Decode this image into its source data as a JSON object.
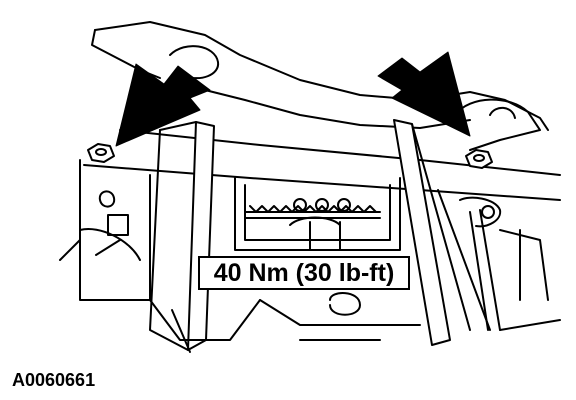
{
  "illustration": {
    "line_color": "#000000",
    "fill_color": "#ffffff",
    "pointer_arrow_count": 2,
    "fasteners_indicated": 2
  },
  "callout": {
    "torque_text": "40 Nm (30 lb-ft)"
  },
  "figure": {
    "id": "A0060661"
  }
}
